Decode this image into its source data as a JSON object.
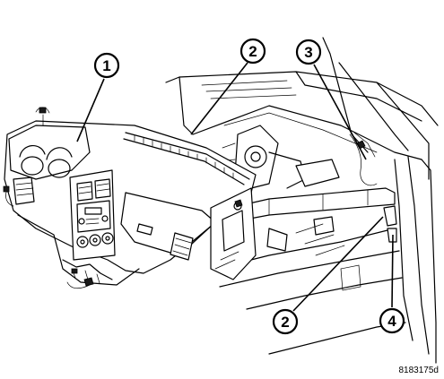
{
  "callouts": [
    {
      "id": "c1",
      "label": "1"
    },
    {
      "id": "c2a",
      "label": "2"
    },
    {
      "id": "c3",
      "label": "3"
    },
    {
      "id": "c2b",
      "label": "2"
    },
    {
      "id": "c4",
      "label": "4"
    }
  ],
  "figure_id": "8183175d"
}
